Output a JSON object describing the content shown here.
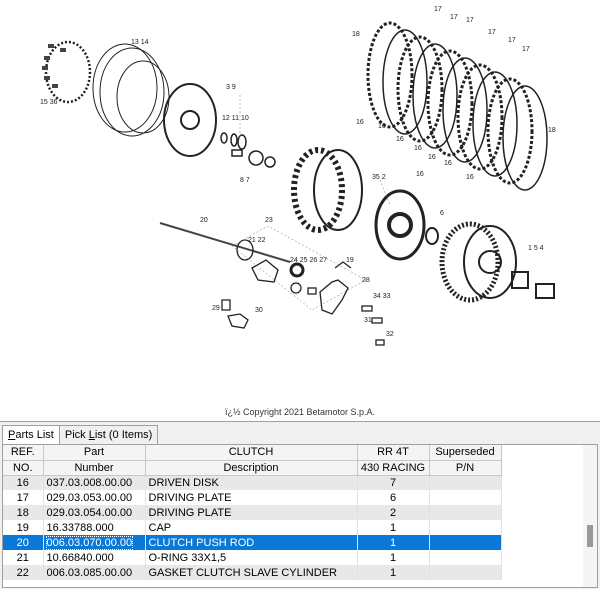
{
  "diagram": {
    "callouts": {
      "c17a": "17",
      "c17b": "17",
      "c17c": "17",
      "c17d": "17",
      "c17e": "17",
      "c17f": "17",
      "c18a": "18",
      "c18b": "18",
      "c16a": "16",
      "c16b": "16",
      "c16c": "16",
      "c16d": "16",
      "c16e": "16",
      "c16f": "16",
      "c16g": "16",
      "c16h": "16",
      "c13_14": "13 14",
      "c15_36": "15  36",
      "c3_9": "3  9",
      "c12_11_10": "12 11 10",
      "c8_7": "8    7",
      "c35_2": "35  2",
      "c6": "6",
      "c1_5_4": "1   5  4",
      "c20": "20",
      "c23": "23",
      "c21_22": "21 22",
      "c24_25_26_27": "24 25 26 27",
      "c19": "19",
      "c28": "28",
      "c29": "29",
      "c30": "30",
      "c34_33": "34  33",
      "c32": "32",
      "c31": "31"
    },
    "copyright": "ï¿½ Copyright 2021 Betamotor S.p.A."
  },
  "tabs": [
    {
      "label": "Parts List",
      "underline_char": "P",
      "rest": "arts List",
      "active": true
    },
    {
      "label": "Pick List (0 Items)",
      "pre": "Pick ",
      "underline_char": "L",
      "rest": "ist (0 Items)",
      "active": false
    }
  ],
  "table": {
    "headers_row1": [
      "REF.",
      "Part",
      "CLUTCH",
      "RR 4T",
      "Superseded"
    ],
    "headers_row2": [
      "NO.",
      "Number",
      "Description",
      "430 RACING",
      "P/N"
    ],
    "rows": [
      {
        "ref": "16",
        "part": "037.03.008.00.00",
        "desc": "DRIVEN DISK",
        "qty": "7",
        "sup": "",
        "style": "grey"
      },
      {
        "ref": "17",
        "part": "029.03.053.00.00",
        "desc": "DRIVING PLATE",
        "qty": "6",
        "sup": "",
        "style": "white"
      },
      {
        "ref": "18",
        "part": "029.03.054.00.00",
        "desc": "DRIVING PLATE",
        "qty": "2",
        "sup": "",
        "style": "grey"
      },
      {
        "ref": "19",
        "part": "16.33788.000",
        "desc": "CAP",
        "qty": "1",
        "sup": "",
        "style": "white"
      },
      {
        "ref": "20",
        "part": "006.03.070.00.00",
        "desc": "CLUTCH PUSH ROD",
        "qty": "1",
        "sup": "",
        "style": "sel"
      },
      {
        "ref": "21",
        "part": "10.66840.000",
        "desc": "O-RING 33X1,5",
        "qty": "1",
        "sup": "",
        "style": "white"
      },
      {
        "ref": "22",
        "part": "006.03.085.00.00",
        "desc": "GASKET CLUTCH SLAVE CYLINDER",
        "qty": "1",
        "sup": "",
        "style": "grey"
      }
    ]
  },
  "colors": {
    "selection": "#0a78d7",
    "row_alt": "#e8e8e8"
  }
}
